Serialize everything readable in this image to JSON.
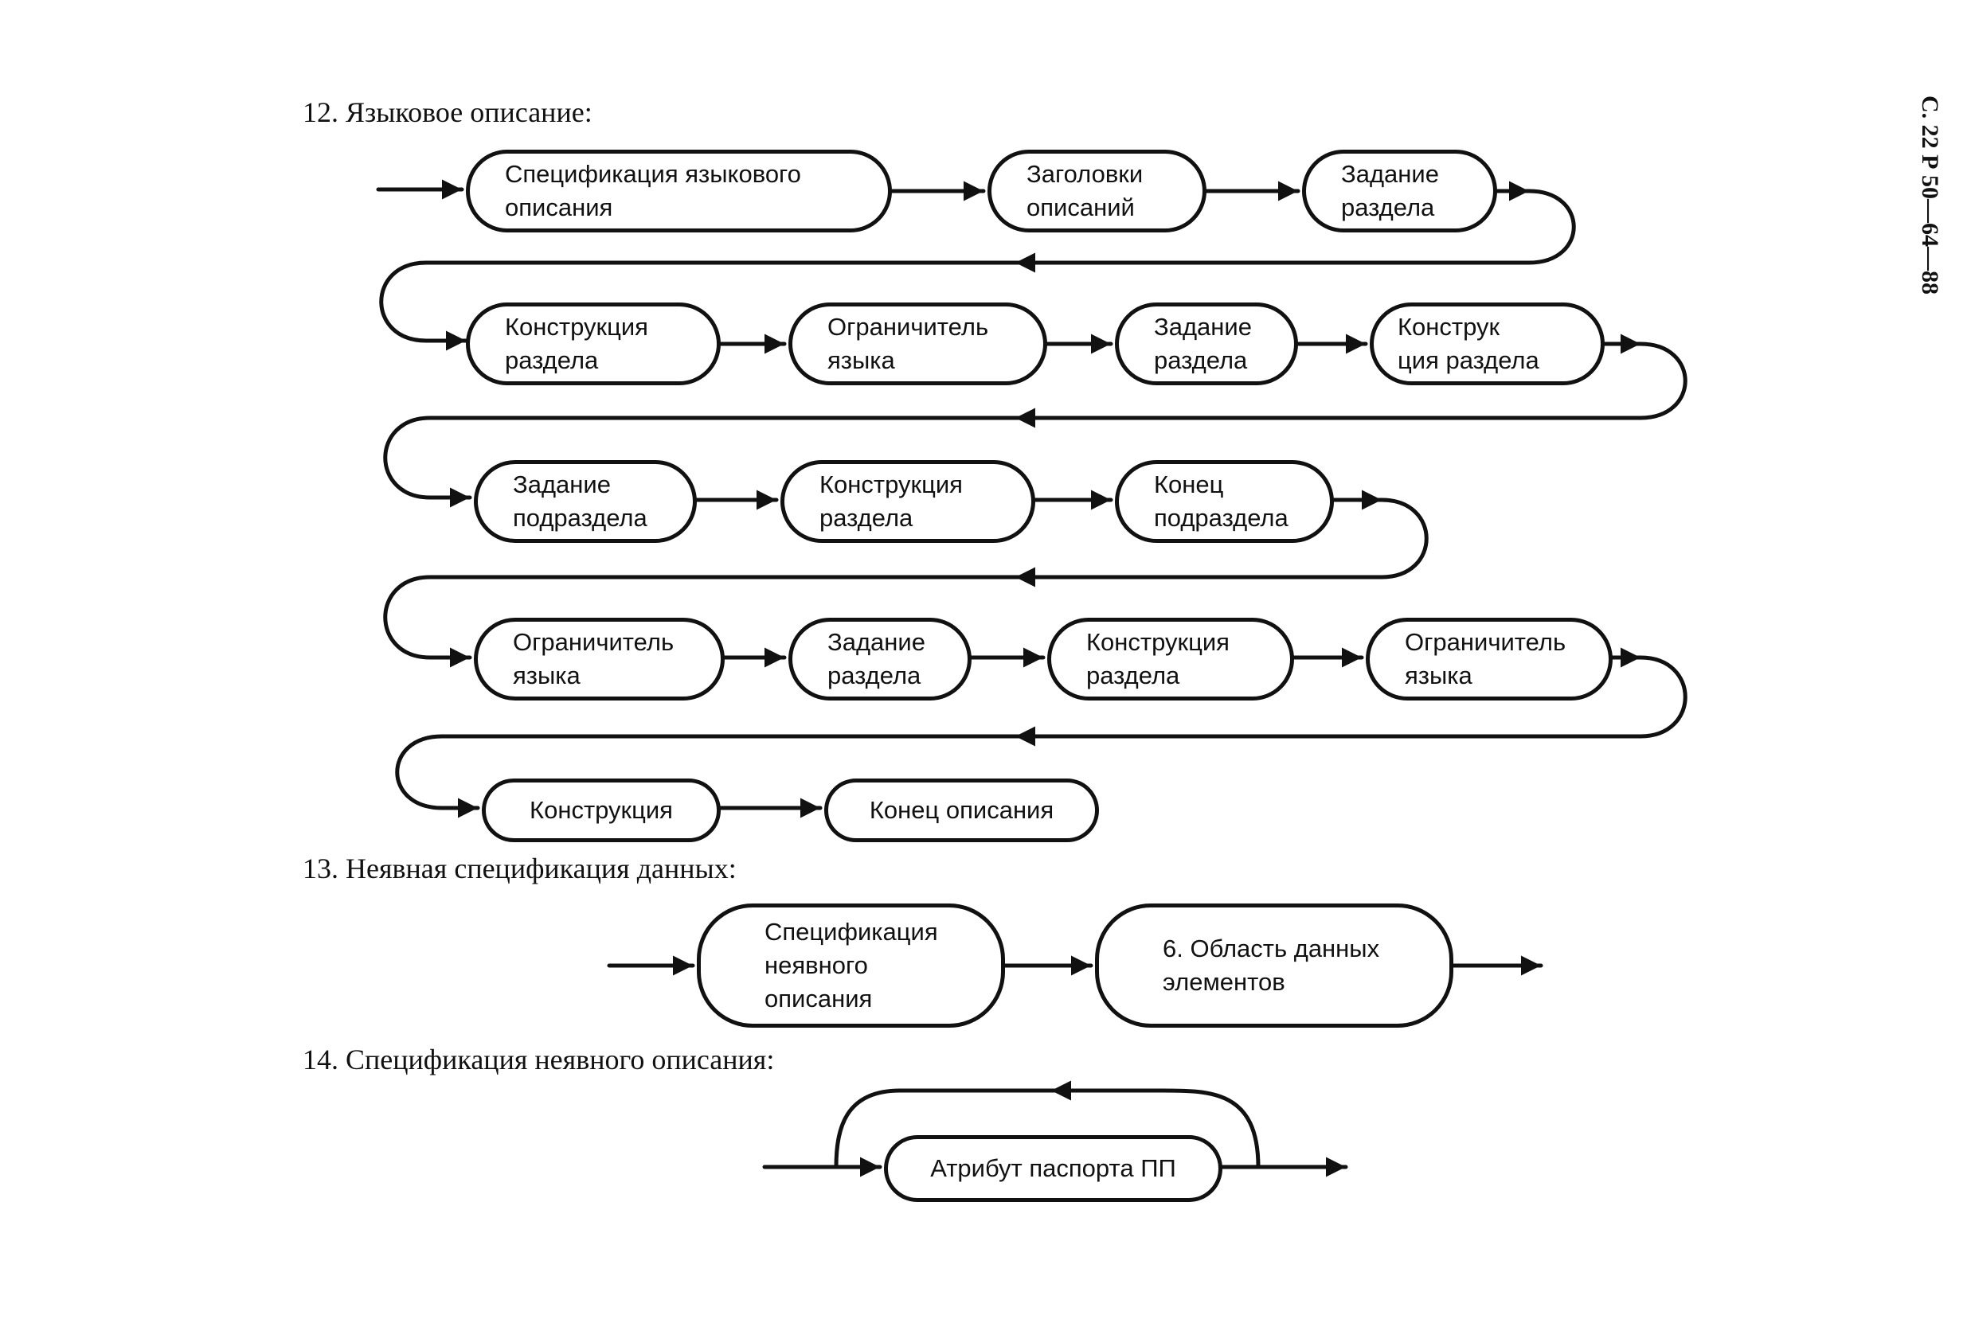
{
  "page_label": "С. 22 Р 50—64—88",
  "sections": [
    {
      "heading": "12. Языковое описание:",
      "nodes": [
        {
          "lines": [
            "Спецификация языкового",
            "описания"
          ]
        },
        {
          "lines": [
            "Заголовки",
            "описаний"
          ]
        },
        {
          "lines": [
            "Задание",
            "раздела"
          ]
        },
        {
          "lines": [
            "Конструкция",
            "раздела"
          ]
        },
        {
          "lines": [
            "Ограничитель",
            "языка"
          ]
        },
        {
          "lines": [
            "Задание",
            "раздела"
          ]
        },
        {
          "lines": [
            "Конструк",
            "ция раздела"
          ]
        },
        {
          "lines": [
            "Задание",
            "подраздела"
          ]
        },
        {
          "lines": [
            "Конструкция",
            "раздела"
          ]
        },
        {
          "lines": [
            "Конец",
            "подраздела"
          ]
        },
        {
          "lines": [
            "Ограничитель",
            "языка"
          ]
        },
        {
          "lines": [
            "Задание",
            "раздела"
          ]
        },
        {
          "lines": [
            "Конструкция",
            "раздела"
          ]
        },
        {
          "lines": [
            "Ограничитель",
            "языка"
          ]
        },
        {
          "lines": [
            "Конструкция"
          ]
        },
        {
          "lines": [
            "Конец описания"
          ]
        }
      ]
    },
    {
      "heading": "13. Неявная спецификация данных:",
      "nodes": [
        {
          "lines": [
            "Спецификация",
            "неявного",
            "описания"
          ]
        },
        {
          "lines": [
            "6. Область данных",
            "элементов"
          ]
        }
      ]
    },
    {
      "heading": "14. Спецификация неявного описания:",
      "nodes": [
        {
          "lines": [
            "Атрибут паспорта ПП"
          ]
        }
      ]
    }
  ]
}
